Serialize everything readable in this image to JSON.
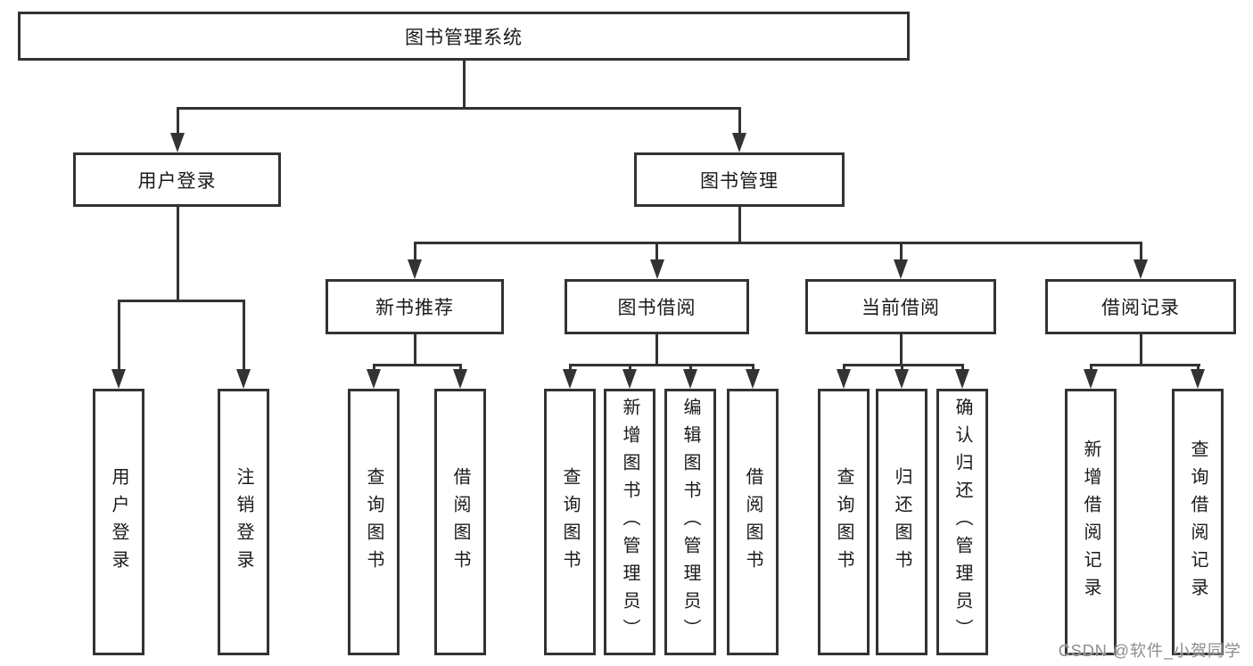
{
  "diagram": {
    "root": {
      "label": "图书管理系统"
    },
    "level2": [
      {
        "label": "用户登录",
        "parent": "图书管理系统"
      },
      {
        "label": "图书管理",
        "parent": "图书管理系统"
      }
    ],
    "level3": [
      {
        "label": "新书推荐",
        "parent": "图书管理"
      },
      {
        "label": "图书借阅",
        "parent": "图书管理"
      },
      {
        "label": "当前借阅",
        "parent": "图书管理"
      },
      {
        "label": "借阅记录",
        "parent": "图书管理"
      }
    ],
    "leaves": [
      {
        "label": "用户登录",
        "parent": "用户登录"
      },
      {
        "label": "注销登录",
        "parent": "用户登录"
      },
      {
        "label": "查询图书",
        "parent": "新书推荐"
      },
      {
        "label": "借阅图书",
        "parent": "新书推荐"
      },
      {
        "label": "查询图书",
        "parent": "图书借阅"
      },
      {
        "label": "新增图书（管理员）",
        "parent": "图书借阅"
      },
      {
        "label": "编辑图书（管理员）",
        "parent": "图书借阅"
      },
      {
        "label": "借阅图书",
        "parent": "图书借阅"
      },
      {
        "label": "查询图书",
        "parent": "当前借阅"
      },
      {
        "label": "归还图书",
        "parent": "当前借阅"
      },
      {
        "label": "确认归还（管理员）",
        "parent": "当前借阅"
      },
      {
        "label": "新增借阅记录",
        "parent": "借阅记录"
      },
      {
        "label": "查询借阅记录",
        "parent": "借阅记录"
      }
    ]
  },
  "watermark": {
    "text": "CSDN @软件_小贺同学"
  },
  "colors": {
    "line": "#333333",
    "box_border": "#333333",
    "box_bg": "#ffffff",
    "text": "#1a1a1a",
    "watermark": "#8c8c8c",
    "background": "#ffffff"
  }
}
